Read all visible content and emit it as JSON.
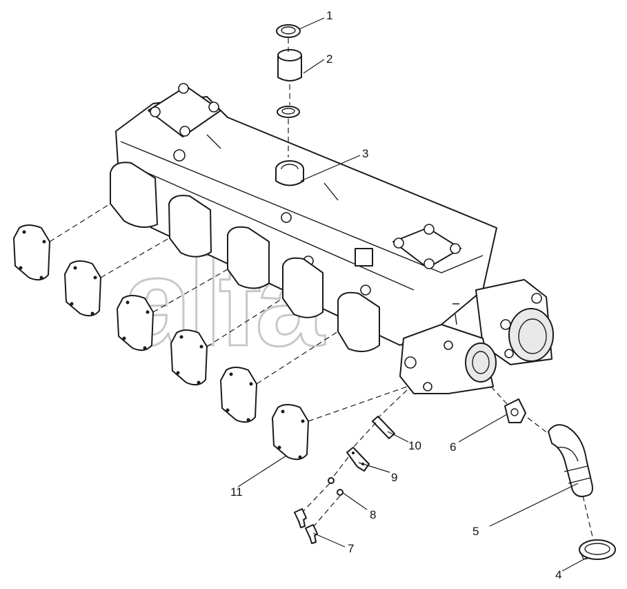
{
  "watermark": {
    "text": "alfa",
    "trademark": "™"
  },
  "callouts": [
    {
      "id": "1",
      "label": "1"
    },
    {
      "id": "2",
      "label": "2"
    },
    {
      "id": "3",
      "label": "3"
    },
    {
      "id": "4",
      "label": "4"
    },
    {
      "id": "5",
      "label": "5"
    },
    {
      "id": "6",
      "label": "6"
    },
    {
      "id": "7",
      "label": "7"
    },
    {
      "id": "8",
      "label": "8"
    },
    {
      "id": "9",
      "label": "9"
    },
    {
      "id": "10",
      "label": "10"
    },
    {
      "id": "11",
      "label": "11"
    }
  ]
}
